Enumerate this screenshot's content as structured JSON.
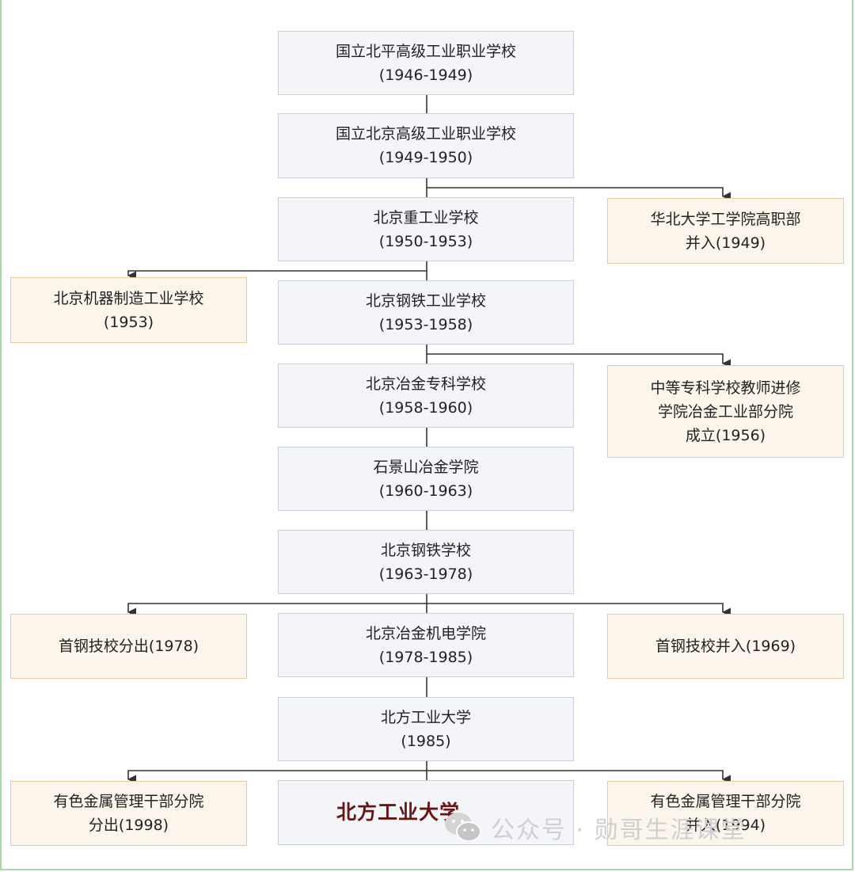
{
  "main_boxes": [
    {
      "name": "国立北平高级工业职业学校",
      "years": "(1946-1949)"
    },
    {
      "name": "国立北京高级工业职业学校",
      "years": "(1949-1950)"
    },
    {
      "name": "北京重工业学校",
      "years": "(1950-1953)"
    },
    {
      "name": "北京钢铁工业学校",
      "years": "(1953-1958)"
    },
    {
      "name": "北京冶金专科学校",
      "years": "(1958-1960)"
    },
    {
      "name": "石景山冶金学院",
      "years": "(1960-1963)"
    },
    {
      "name": "北京钢铁学校",
      "years": "(1963-1978)"
    },
    {
      "name": "北京冶金机电学院",
      "years": "(1978-1985)"
    },
    {
      "name": "北方工业大学",
      "years": "(1985)"
    },
    {
      "name": "北方工业大学"
    }
  ],
  "side_boxes": [
    {
      "line1": "华北大学工学院高职部",
      "line2": "并入(1949)"
    },
    {
      "line1": "北京机器制造工业学校",
      "line2": "(1953)"
    },
    {
      "line1": "中等专科学校教师进修",
      "line2": "学院冶金工业部分院",
      "line3": "成立(1956)"
    },
    {
      "line1": "首钢技校分出(1978)"
    },
    {
      "line1": "首钢技校并入(1969)"
    },
    {
      "line1": "有色金属管理干部分院",
      "line2": "分出(1998)"
    },
    {
      "line1": "有色金属管理干部分院",
      "line2": "并入(1994)"
    }
  ],
  "watermark": {
    "text": "公众号 · 勋哥生涯课堂",
    "icon": "wechat-icon"
  },
  "colors": {
    "main_fill": "#f3f5f9",
    "main_border": "#c9d0dc",
    "side_fill": "#fcf5ec",
    "side_border": "#e8c9a4",
    "final_text": "#6b1414",
    "frame": "#a9d8a5"
  }
}
